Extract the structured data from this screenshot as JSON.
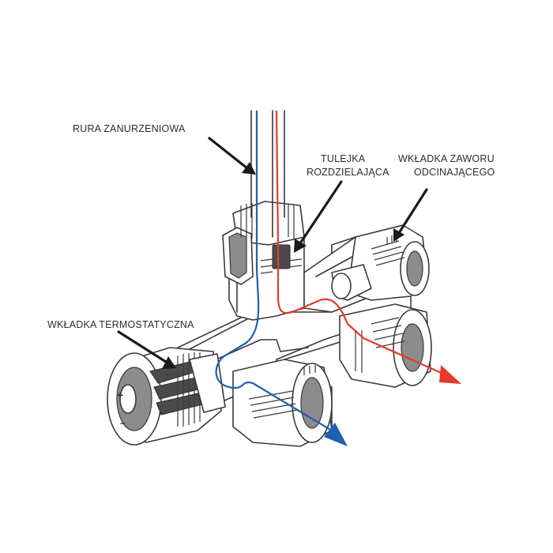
{
  "labels": {
    "immersion_pipe": "RURA ZANURZENIOWA",
    "distribution_sleeve_1": "TULEJKA",
    "distribution_sleeve_2": "ROZDZIELAJĄCA",
    "shutoff_insert_1": "WKŁADKA ZAWORU",
    "shutoff_insert_2": "ODCINAJĄCEGO",
    "thermostatic_insert": "WKŁADKA TERMOSTATYCZNA"
  },
  "colors": {
    "supply_flow": "#e8392b",
    "return_flow": "#1f5fb0",
    "outline": "#3a3a3a",
    "label_text": "#2b2b2b"
  }
}
